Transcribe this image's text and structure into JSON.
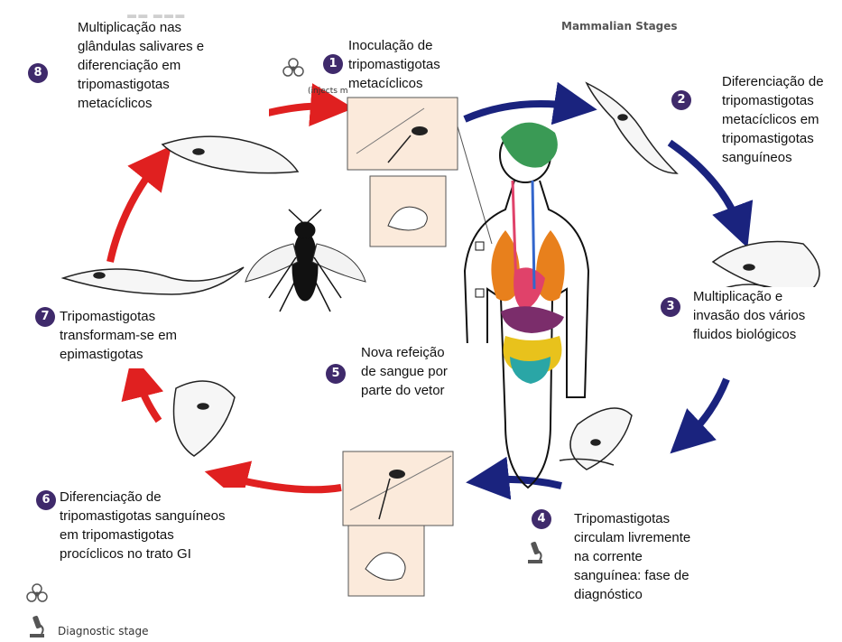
{
  "header": {
    "mammalian": "Mammalian Stages",
    "injects_fragment": "(injects m"
  },
  "steps": [
    {
      "number": "1",
      "text": "Inoculação de\ntripomastigotas\nmetacíclicos"
    },
    {
      "number": "2",
      "text": "Diferenciação de\ntripomastigotas\nmetacíclicos em\ntripomastigotas\nsanguíneos"
    },
    {
      "number": "3",
      "text": "Multiplicação e\ninvasão dos vários\nfluidos biológicos"
    },
    {
      "number": "4",
      "text": "Tripomastigotas\ncirculam livremente\nna corrente\nsanguínea: fase de\ndiagnóstico"
    },
    {
      "number": "5",
      "text": "Nova refeição\nde sangue por\nparte do vetor"
    },
    {
      "number": "6",
      "text": "Diferenciação de\ntripomastigotas sanguíneos\nem tripomastigotas\nprocíclicos no trato GI"
    },
    {
      "number": "7",
      "text": "Tripomastigotas\ntransformam-se em\nepimastigotas"
    },
    {
      "number": "8",
      "text": "Multiplicação nas\nglândulas salivares e\ndiferenciação em\ntripomastigotas\nmetacíclicos"
    }
  ],
  "legend": {
    "diagnostic": "Diagnostic stage"
  },
  "icons": {
    "biohazard": "biohazard-icon",
    "microscope": "microscope-icon"
  },
  "colors": {
    "mammalian_arrow": "#1a237e",
    "vector_arrow": "#e02020",
    "step_circle": "#3f2a6b"
  }
}
